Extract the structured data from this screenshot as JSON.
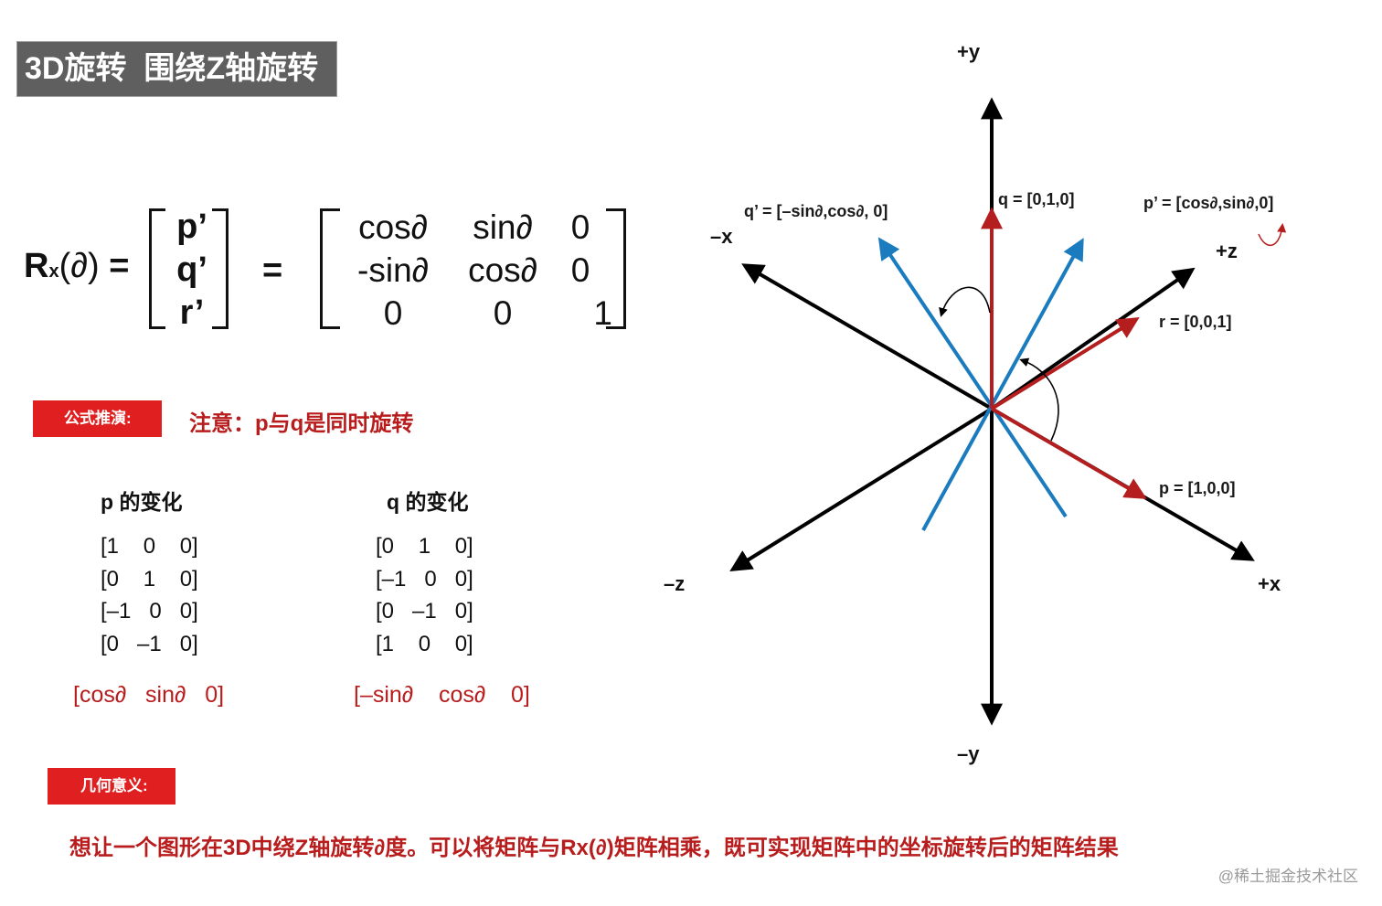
{
  "title": "3D旋转  围绕Z轴旋转",
  "formula": {
    "lhs_R": "R",
    "lhs_sub": "x",
    "lhs_arg": "(∂)",
    "equals": "=",
    "vector": [
      "p’",
      "q’",
      "r’"
    ],
    "matrix": [
      [
        "cos∂",
        "sin∂",
        "0"
      ],
      [
        "-sin∂",
        "cos∂",
        "0"
      ],
      [
        "0",
        "0",
        "1"
      ]
    ]
  },
  "derivation": {
    "tag_label": "公式推演:",
    "note": "注意：p与q是同时旋转",
    "p_column": {
      "heading": "p 的变化",
      "rows": [
        "[1    0    0]",
        "[0    1    0]",
        "[–1   0   0]",
        "[0   –1   0]"
      ],
      "result": "[cos∂   sin∂   0]"
    },
    "q_column": {
      "heading": "q 的变化",
      "rows": [
        "[0    1    0]",
        "[–1   0   0]",
        "[0   –1   0]",
        "[1    0    0]"
      ],
      "result": "[–sin∂    cos∂    0]"
    }
  },
  "geometry": {
    "tag_label": "几何意义:",
    "text": "想让一个图形在3D中绕Z轴旋转∂度。可以将矩阵与Rx(∂)矩阵相乘，既可实现矩阵中的坐标旋转后的矩阵结果"
  },
  "diagram": {
    "axes": {
      "pos_y": "+y",
      "neg_y": "–y",
      "pos_x": "+x",
      "neg_x": "–x",
      "pos_z": "+z",
      "neg_z": "–z"
    },
    "vectors": {
      "q": "q = [0,1,0]",
      "p": "p = [1,0,0]",
      "r": "r = [0,0,1]",
      "q_prime": "q’ = [–sin∂,cos∂, 0]",
      "p_prime": "p’ = [cos∂,sin∂,0]"
    },
    "colors": {
      "axis": "#000000",
      "original_vector": "#b51e1e",
      "rotated_vector": "#1a7bbf",
      "tag": "#e02020",
      "emphasis_text": "#b81c1c",
      "title_bg": "#5f5f5f"
    }
  },
  "watermark": "@稀土掘金技术社区"
}
